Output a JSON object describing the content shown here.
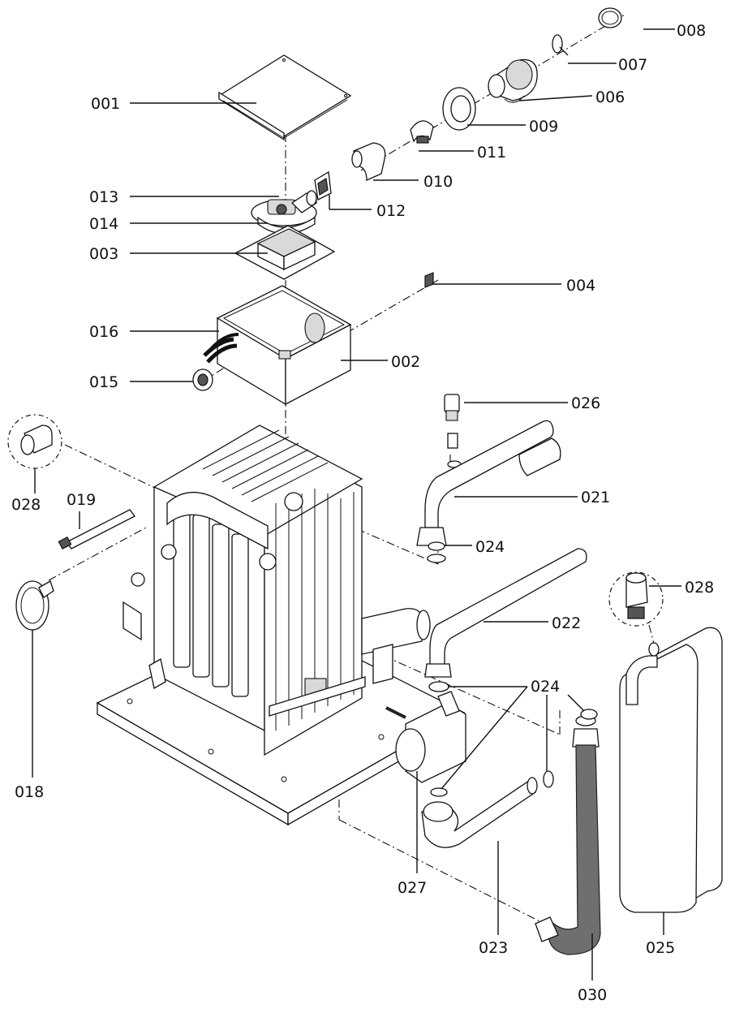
{
  "callouts": {
    "c001": "001",
    "c002": "002",
    "c003": "003",
    "c004": "004",
    "c006": "006",
    "c007": "007",
    "c008": "008",
    "c009": "009",
    "c010": "010",
    "c011": "011",
    "c012": "012",
    "c013": "013",
    "c014": "014",
    "c015": "015",
    "c016": "016",
    "c018": "018",
    "c019": "019",
    "c021": "021",
    "c022": "022",
    "c023": "023",
    "c024a": "024",
    "c024b": "024",
    "c025": "025",
    "c026": "026",
    "c027": "027",
    "c028a": "028",
    "c028b": "028",
    "c030": "030"
  }
}
